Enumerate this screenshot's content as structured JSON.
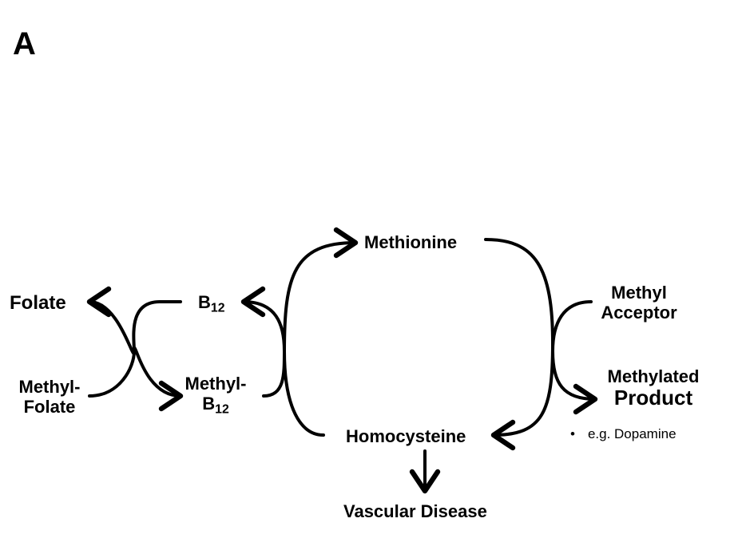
{
  "panel_label": "A",
  "nodes": {
    "methionine": "Methionine",
    "homocysteine": "Homocysteine",
    "vascular_disease": "Vascular Disease",
    "folate": "Folate",
    "methyl_folate_line1": "Methyl-",
    "methyl_folate_line2": "Folate",
    "b12_base": "B",
    "b12_sub": "12",
    "methyl_b12_line1": "Methyl-",
    "methyl_b12_base": "B",
    "methyl_b12_sub": "12",
    "methyl_acceptor_line1": "Methyl",
    "methyl_acceptor_line2": "Acceptor",
    "methylated_product_line1": "Methylated",
    "methylated_product_line2": "Product"
  },
  "example_note": {
    "bullet": "•",
    "text": "e.g. Dopamine"
  },
  "colors": {
    "ink": "#000000",
    "background": "#ffffff"
  }
}
